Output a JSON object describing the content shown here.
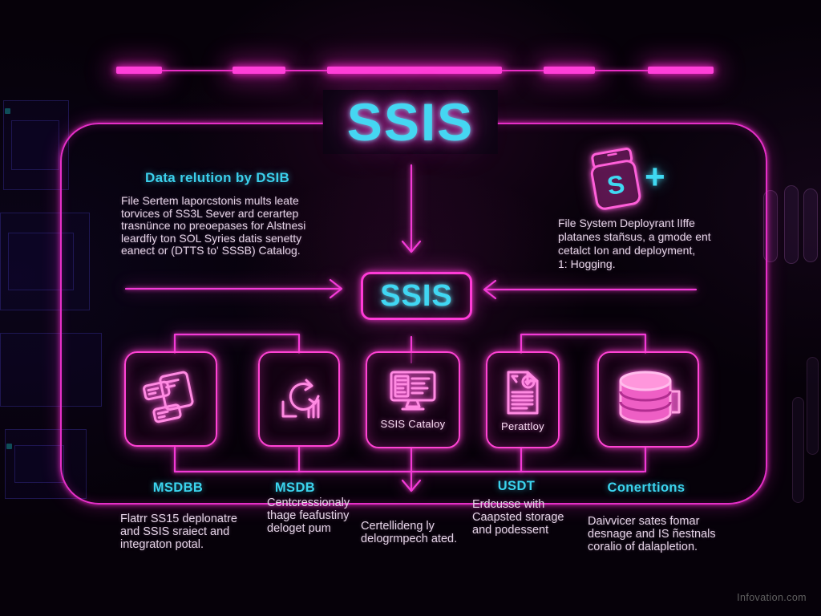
{
  "title": "SSIS",
  "center_box": {
    "label": "SSIS"
  },
  "left_section": {
    "heading": "Data relution by DSIB",
    "body": "File Sertem laporcstonis mults leate\ntorvices of SS3L Sever ard cerartep\ntrasnünce no preoepases for Alstnesi\nleardfiy ton SOL Syries datis senetty\neanect or (DTTS to' SSSB) Catalog."
  },
  "right_section": {
    "icon_letter": "S",
    "plus": "+",
    "body": "File System Deployrant lIffe\nplatanes stañsus, a gmode ent\ncetalct Ion and deployment,\n1: Hogging."
  },
  "nodes": [
    {
      "id": "packages",
      "icon": "stacked-cards-icon",
      "label": ""
    },
    {
      "id": "lifecycle",
      "icon": "cycle-chart-icon",
      "label": ""
    },
    {
      "id": "catalog",
      "icon": "monitor-icon",
      "label": "SSIS Cataloy"
    },
    {
      "id": "report",
      "icon": "document-icon",
      "label": "Perattloy"
    },
    {
      "id": "database",
      "icon": "database-icon",
      "label": ""
    }
  ],
  "footer_labels": [
    "MSDBB",
    "MSDB",
    "USDT",
    "Conerttions"
  ],
  "footer_notes": [
    "Flatrr SS15 deplonatre\nand SSIS sraiect and\nintegraton potal.",
    "Centcressionaly\nthage feafustiny\ndeloget pum",
    "Certellideng ly\ndelogrmpech ated.",
    "Erdcusse with\nCaapsted storage\nand podessent",
    "Daivvicer sates fomar\ndesnage and IS ñestnals\ncoralio of dalapletion."
  ],
  "watermark": "Infovation.com",
  "colors": {
    "neon_pink": "#ff3fd9",
    "neon_cyan": "#3fd9f2"
  }
}
